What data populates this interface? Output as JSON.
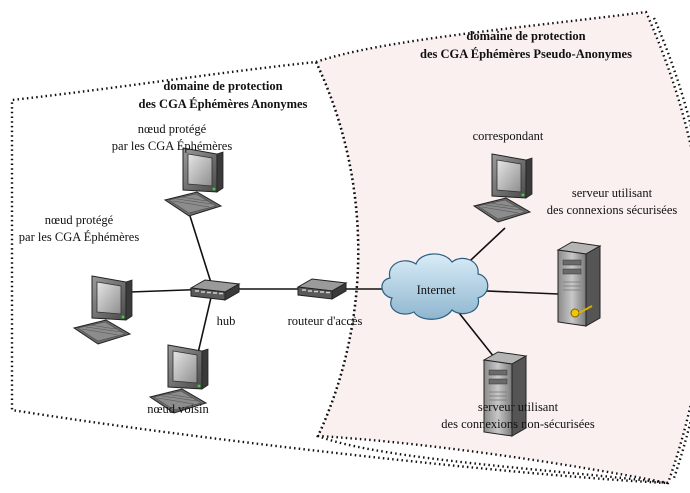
{
  "zones": {
    "anonymous": {
      "title_line1": "domaine de protection",
      "title_line2": "des CGA Éphémères Anonymes"
    },
    "pseudo": {
      "title_line1": "domaine de protection",
      "title_line2": "des CGA Éphémères Pseudo-Anonymes",
      "fill": "#fbf0f0"
    }
  },
  "nodes": {
    "node_top": {
      "line1": "nœud protégé",
      "line2": "par les CGA Éphémères"
    },
    "node_left": {
      "line1": "nœud protégé",
      "line2": "par les CGA Éphémères"
    },
    "node_bottom": {
      "line1": "nœud voisin"
    },
    "hub": {
      "label": "hub"
    },
    "router": {
      "label": "routeur d'accès"
    },
    "internet": {
      "label": "Internet",
      "fill": "#bcd7e8"
    },
    "correspondant": {
      "label": "correspondant"
    },
    "secure_server": {
      "line1": "serveur utilisant",
      "line2": "des connexions sécurisées"
    },
    "insecure_server": {
      "line1": "serveur utilisant",
      "line2": "des connexions non-sécurisées"
    }
  }
}
